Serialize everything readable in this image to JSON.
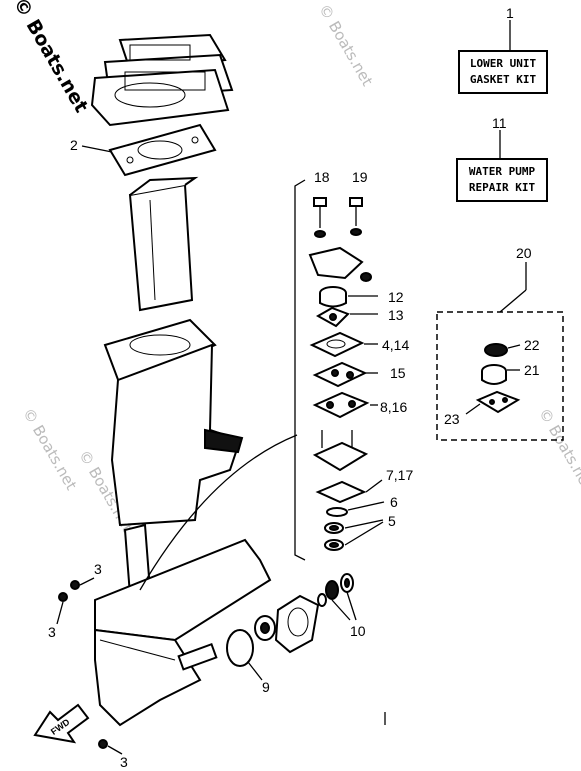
{
  "watermarks": {
    "main": "© Boats.net",
    "faint": "© Boats.net"
  },
  "kits": {
    "gasket": {
      "number": "1",
      "line1": "LOWER UNIT",
      "line2": "GASKET KIT"
    },
    "water_pump": {
      "number": "11",
      "line1": "WATER PUMP",
      "line2": "REPAIR KIT"
    }
  },
  "callouts": {
    "c2": "2",
    "c18": "18",
    "c19": "19",
    "c20": "20",
    "c12": "12",
    "c13": "13",
    "c4_14": "4,14",
    "c15": "15",
    "c8_16": "8,16",
    "c22": "22",
    "c21": "21",
    "c23": "23",
    "c7_17": "7,17",
    "c6": "6",
    "c5": "5",
    "c3a": "3",
    "c3b": "3",
    "c3c": "3",
    "c10": "10",
    "c9": "9"
  },
  "fwd_label": "FWD"
}
